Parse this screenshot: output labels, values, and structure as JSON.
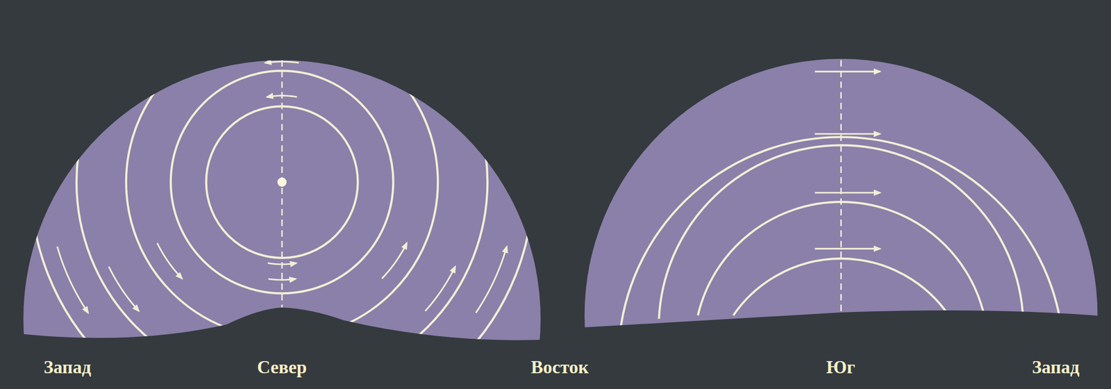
{
  "diagram": {
    "labels": [
      "Запад",
      "Север",
      "Восток",
      "Юг",
      "Запад"
    ]
  }
}
